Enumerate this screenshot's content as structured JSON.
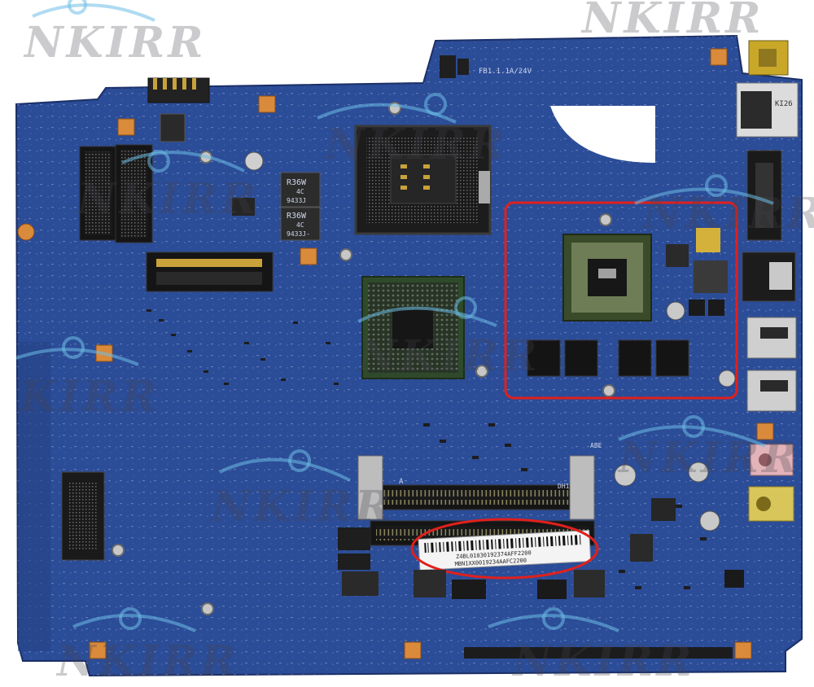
{
  "watermark": {
    "text": "NKIRR",
    "text_partial": "KIRR"
  },
  "labels": {
    "inductor_top": [
      "R36W",
      "4C",
      "9433J"
    ],
    "inductor_bottom": [
      "R36W",
      "4C",
      "9433J-"
    ],
    "board_revision": "FB1.1.1A/24V",
    "lan_jack_text": "KI26",
    "barcode_line_1": "Z4BL01030192374AFF2200",
    "barcode_line_2": "MBN1XX0019234AAFC2200",
    "dimm_slot_side": "ABE",
    "dimm_a": "A",
    "dimm_b": "DH1"
  },
  "colors": {
    "pcb": "#2c4d98",
    "pcb_dark": "#1f3a7a",
    "highlight": "#e0201c",
    "gold_pad": "#d98a3a"
  }
}
